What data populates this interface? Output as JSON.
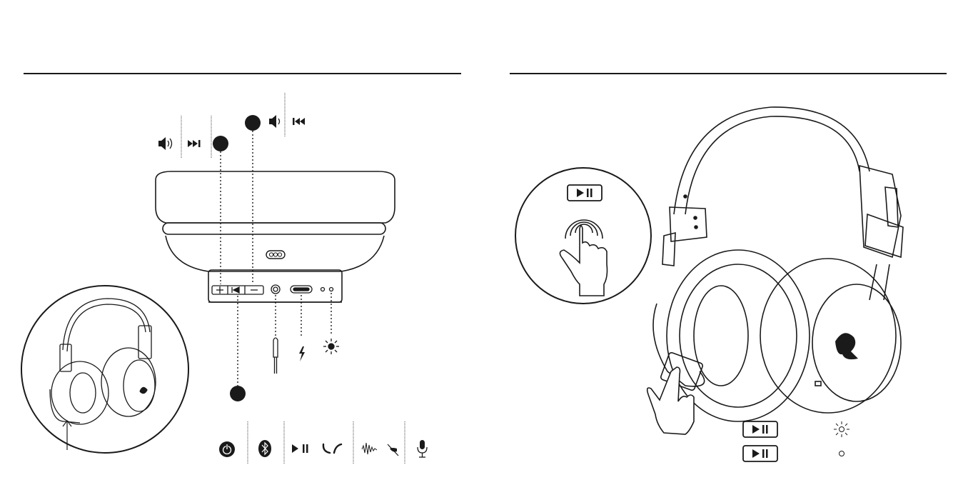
{
  "colors": {
    "ink": "#1a1a1a",
    "background": "#ffffff",
    "dot": "#1a1a1a"
  },
  "left_panel": {
    "controls": [
      {
        "id": "a",
        "icons": [
          "volume-up-icon",
          "next-track-icon"
        ]
      },
      {
        "id": "b",
        "icons": [
          "volume-down-icon",
          "previous-track-icon"
        ]
      },
      {
        "id": "c",
        "icons": [
          "power-icon",
          "bluetooth-icon",
          "play-pause-icon",
          "phone-call-icon",
          "noise-cancel-icon",
          "microphone-icon"
        ]
      }
    ],
    "ports": [
      "audio-jack-icon",
      "charge-icon",
      "led-light-icon"
    ]
  },
  "right_panel": {
    "indicator_rows": [
      {
        "button": "play-pause-button-icon",
        "status": "led-blinking-icon"
      },
      {
        "button": "play-pause-button-icon",
        "status": "led-off-icon"
      }
    ]
  }
}
